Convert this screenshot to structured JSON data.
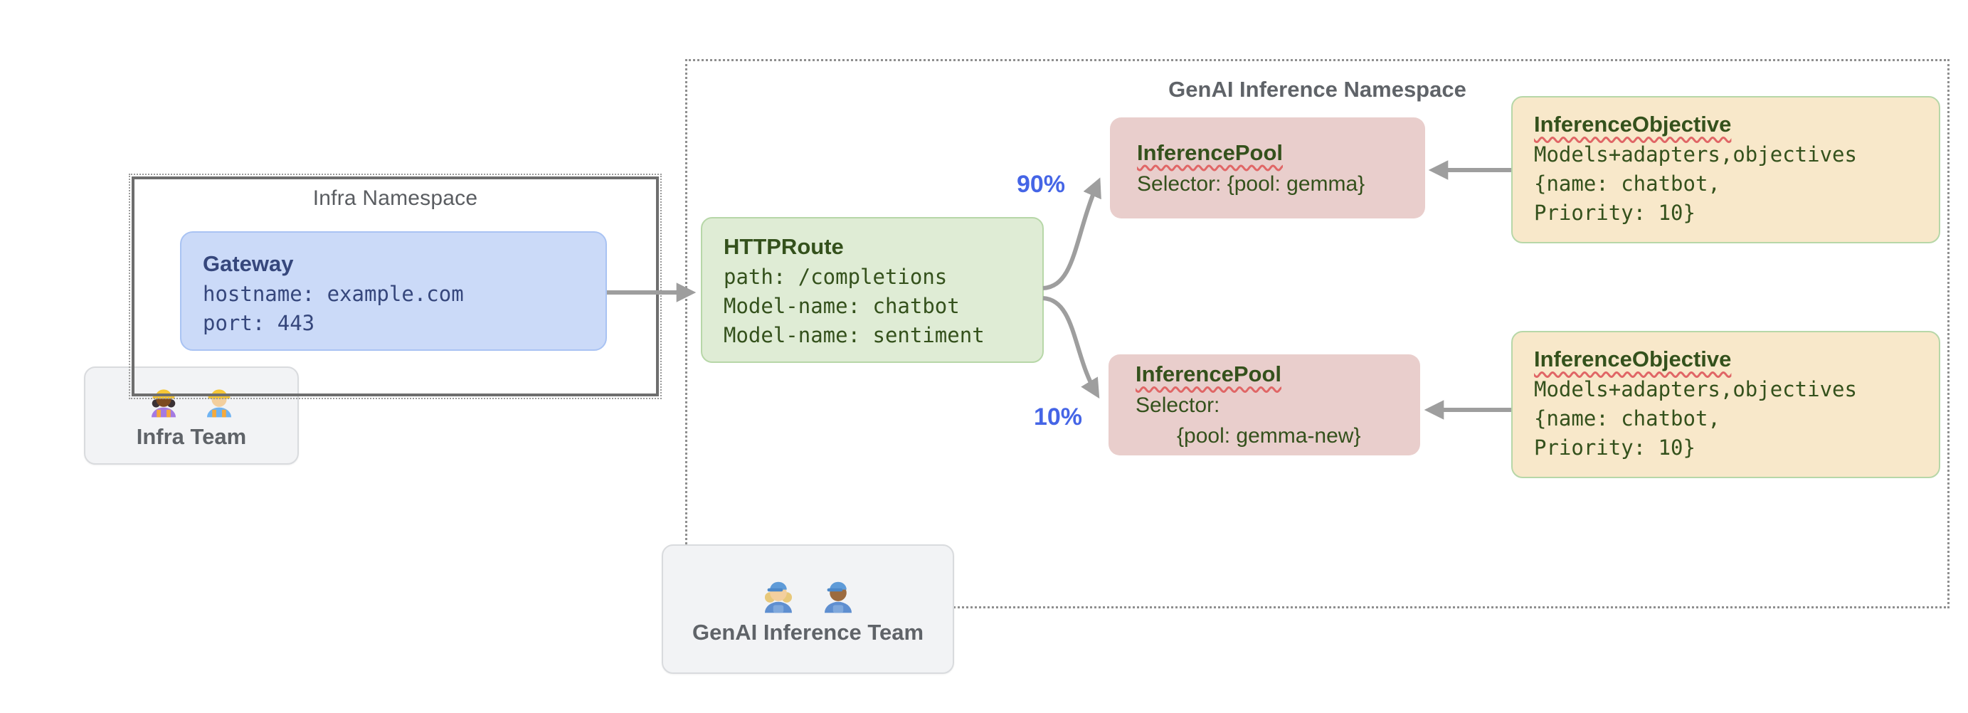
{
  "infra_namespace": {
    "title": "Infra Namespace",
    "gateway": {
      "title": "Gateway",
      "lines": [
        "hostname: example.com",
        "port: 443"
      ]
    }
  },
  "infra_team": {
    "label": "Infra Team",
    "icons": [
      "woman-construction-worker",
      "man-construction-worker"
    ]
  },
  "genai_namespace": {
    "title": "GenAI Inference Namespace"
  },
  "httproute": {
    "title": "HTTPRoute",
    "lines": [
      "path: /completions",
      "Model-name: chatbot",
      "Model-name: sentiment"
    ]
  },
  "pools": [
    {
      "title": "InferencePool",
      "lines": [
        "Selector: {pool: gemma}"
      ],
      "weight_label": "90%"
    },
    {
      "title": "InferencePool",
      "lines": [
        "Selector:",
        "{pool: gemma-new}"
      ],
      "weight_label": "10%"
    }
  ],
  "objectives": [
    {
      "title": "InferenceObjective",
      "lines": [
        "Models+adapters,objectives",
        "{name: chatbot,",
        "Priority: 10}"
      ]
    },
    {
      "title": "InferenceObjective",
      "lines": [
        "Models+adapters,objectives",
        "{name: chatbot,",
        "Priority: 10}"
      ]
    }
  ],
  "genai_team": {
    "label": "GenAI Inference Team",
    "icons": [
      "woman-mechanic",
      "man-mechanic"
    ]
  },
  "colors": {
    "gateway_bg": "#cbdaf8",
    "gateway_border": "#a9c3f3",
    "gateway_text": "#36477c",
    "route_bg": "#dfecd5",
    "route_border": "#b7d7a8",
    "green_text": "#34511c",
    "pool_bg": "#e9cecc",
    "objective_bg": "#f8e8ca",
    "objective_border": "#b7d7a8",
    "team_bg": "#f2f3f5",
    "team_border": "#d9dbde",
    "gray_text": "#5f6368",
    "ns_border": "#6e6e6e",
    "dotted_border": "#8f8f8f",
    "arrow_gray": "#9e9e9e",
    "weight_blue": "#4565e6",
    "squiggle_red": "#e06666"
  }
}
